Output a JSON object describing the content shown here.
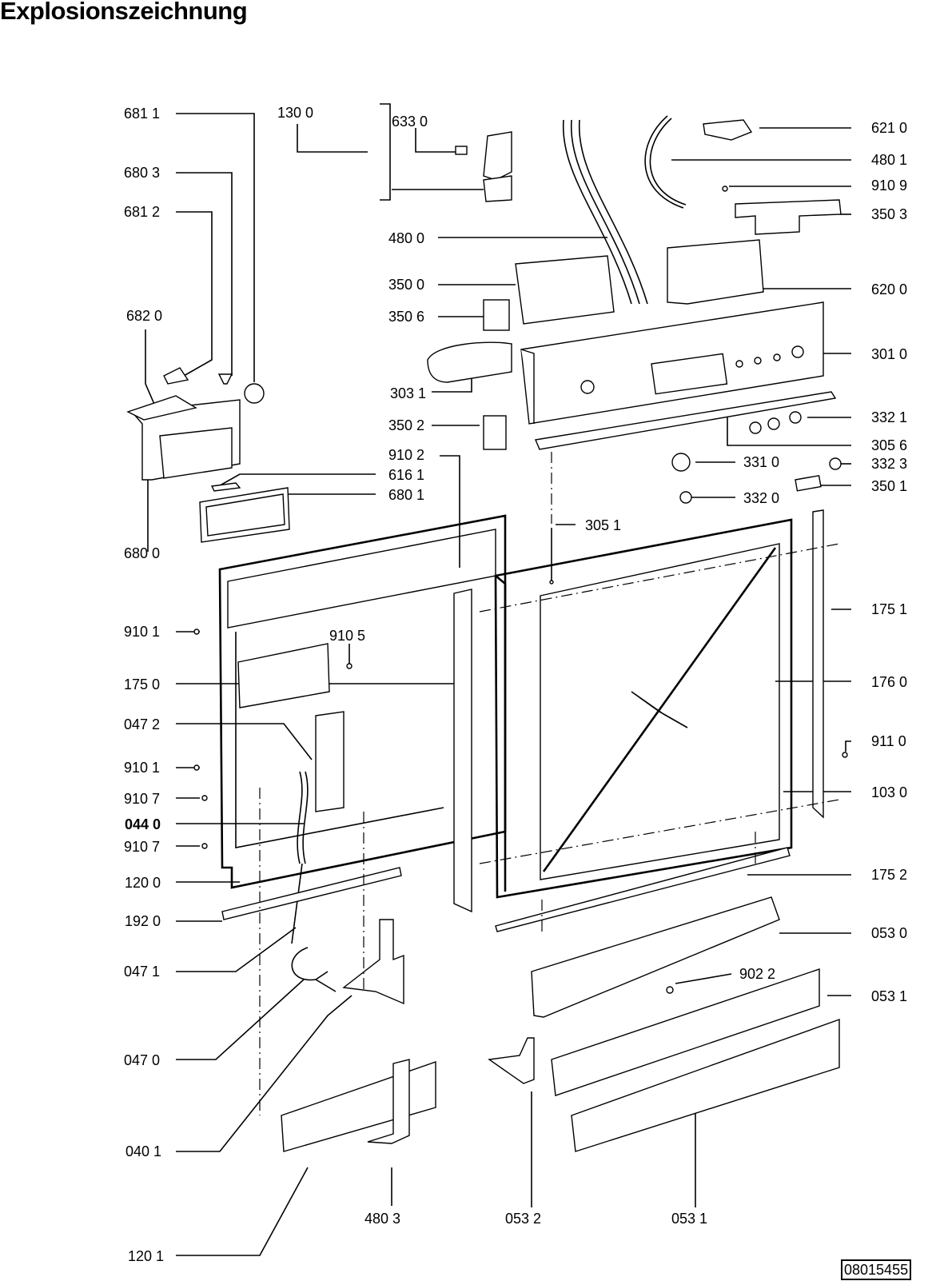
{
  "title": "Explosionszeichnung",
  "document_id": "08015455",
  "labels": {
    "p6811": "681 1",
    "p6803": "680 3",
    "p6812": "681 2",
    "p6820": "682 0",
    "p6800": "680 0",
    "p1300": "130 0",
    "p6330": "633 0",
    "p4800": "480 0",
    "p3500": "350 0",
    "p3506": "350 6",
    "p3031": "303 1",
    "p3502": "350 2",
    "p9102": "910 2",
    "p6161": "616 1",
    "p6801": "680 1",
    "p6210": "621 0",
    "p4801": "480 1",
    "p9109": "910 9",
    "p3503": "350 3",
    "p6200": "620 0",
    "p3010": "301 0",
    "p3321": "332 1",
    "p3056": "305 6",
    "p3310": "331 0",
    "p3323": "332 3",
    "p3501": "350 1",
    "p3320": "332 0",
    "p3051": "305 1",
    "p9101a": "910 1",
    "p9105": "910 5",
    "p1750": "175 0",
    "p0472": "047 2",
    "p9101b": "910 1",
    "p9107a": "910 7",
    "p0440": "044 0",
    "p9107b": "910 7",
    "p1200": "120 0",
    "p1920": "192 0",
    "p0471": "047 1",
    "p0470": "047 0",
    "p0401": "040 1",
    "p1201": "120 1",
    "p4803": "480 3",
    "p0532": "053 2",
    "p0531b": "053 1",
    "p1751": "175 1",
    "p1760": "176 0",
    "p9110": "911 0",
    "p1030": "103 0",
    "p1752": "175 2",
    "p0530": "053 0",
    "p9022": "902 2",
    "p0531a": "053 1"
  }
}
